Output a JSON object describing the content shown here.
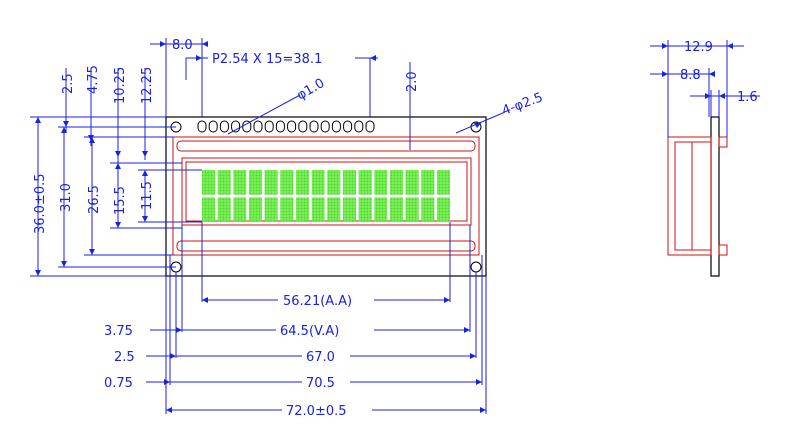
{
  "front_view": {
    "top_dims": {
      "pin_offset": "8.0",
      "pitch": "P2.54  X  15=38.1",
      "pin_to_edge": "2.0",
      "pin_hole": "φ1.0",
      "mount_hole": "4-φ2.5"
    },
    "left_vertical_dims": [
      "2.5",
      "4.75",
      "10.25",
      "12.25"
    ],
    "height_dims": [
      "36.0±0.5",
      "31.0",
      "26.5",
      "15.5",
      "11.5"
    ],
    "bottom_dims": {
      "aa": "56.21(A.A)",
      "va": "64.5(V.A)",
      "hole_pitch": "67.0",
      "bezel": "70.5",
      "overall": "72.0±0.5"
    },
    "bottom_left_offsets": [
      "3.75",
      "2.5",
      "0.75"
    ]
  },
  "side_view": {
    "dims": [
      "12.9",
      "8.8",
      "1.6"
    ]
  },
  "colors": {
    "dimension": "#1a22e0",
    "outline": "#000000",
    "bezel": "#d01010",
    "active_area": "#66ee33"
  },
  "display": {
    "chars_per_row": 16,
    "rows": 2
  }
}
